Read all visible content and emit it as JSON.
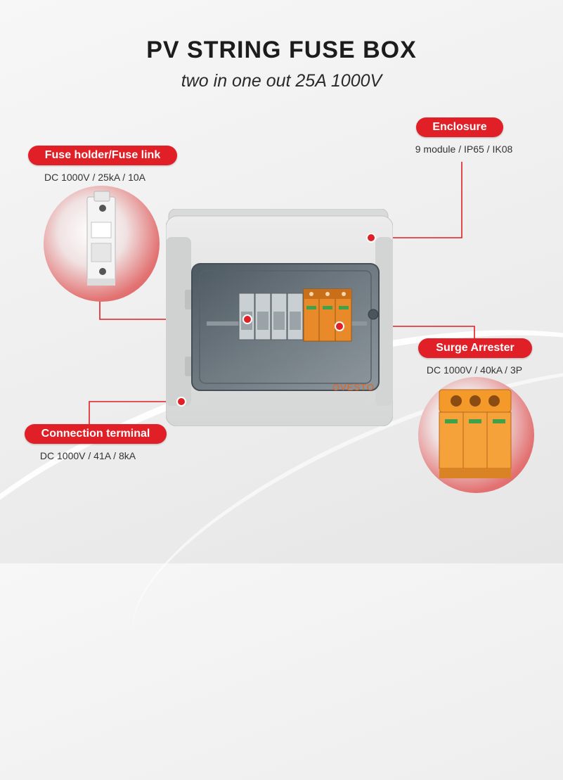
{
  "header": {
    "title": "PV STRING FUSE BOX",
    "subtitle": "two in one out 25A 1000V"
  },
  "callouts": {
    "enclosure": {
      "label": "Enclosure",
      "spec": "9 module / IP65 / IK08"
    },
    "fuse_holder": {
      "label": "Fuse holder/Fuse link",
      "spec": "DC 1000V / 25kA / 10A"
    },
    "surge_arrester": {
      "label": "Surge Arrester",
      "spec": "DC 1000V / 40kA / 3P"
    },
    "connection_terminal": {
      "label": "Connection terminal",
      "spec": "DC 1000V / 41A / 8kA"
    }
  },
  "product": {
    "brand_logo": "OVESTO"
  },
  "colors": {
    "accent": "#e01f26",
    "enclosure_body": "#e2e3e3",
    "window_tint": "#5f6a72",
    "spd_orange": "#f39a2b"
  }
}
